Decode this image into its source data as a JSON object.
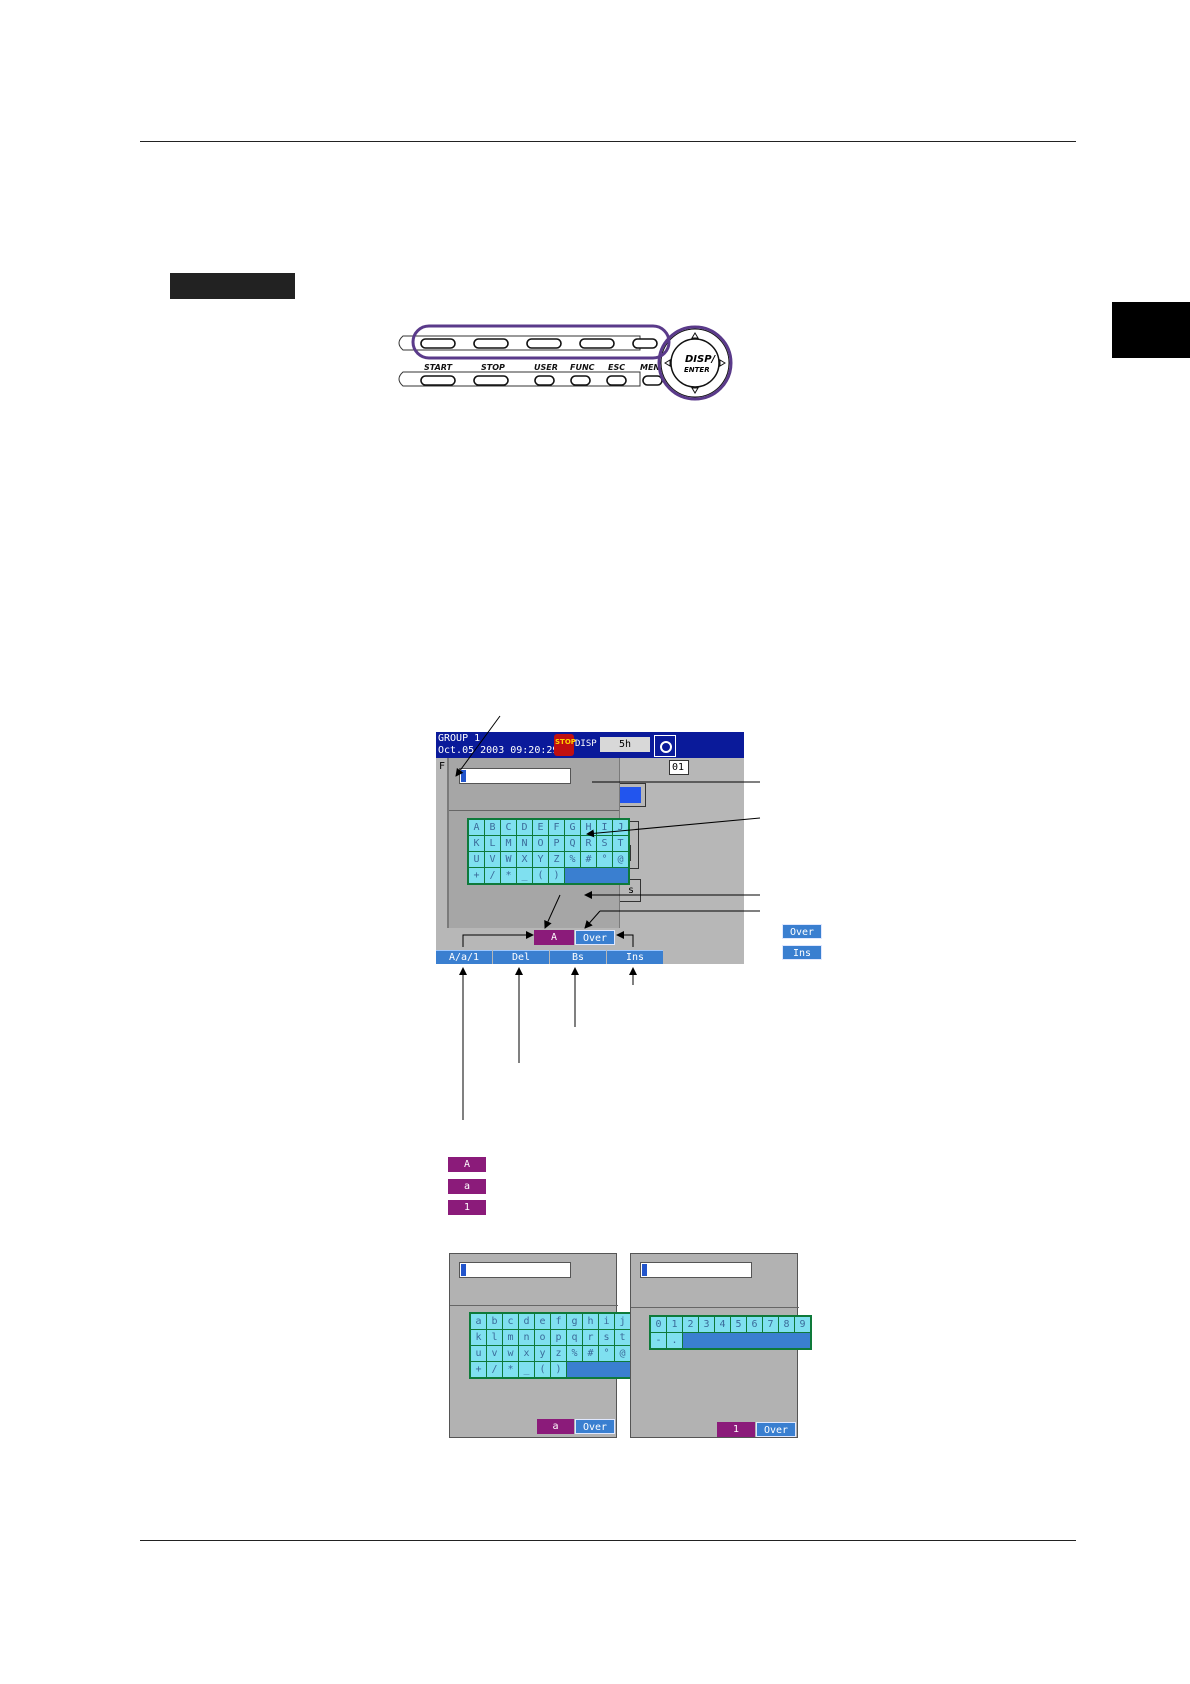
{
  "panel": {
    "keys": [
      "START",
      "STOP",
      "USER",
      "FUNC",
      "ESC",
      "MENU"
    ],
    "disp_enter": [
      "DISP/",
      "ENTER"
    ]
  },
  "screen": {
    "header_line1": "GROUP 1",
    "header_line2": "Oct.05 2003 09:20:29",
    "status_icon": "STOP",
    "disp_label": "DISP",
    "rate": "5h",
    "bg_field_value": "01",
    "bg_first_char": "F",
    "bg_unit": "s",
    "bg_digit": "0",
    "keyboard_upper": [
      "A",
      "B",
      "C",
      "D",
      "E",
      "F",
      "G",
      "H",
      "I",
      "J",
      "K",
      "L",
      "M",
      "N",
      "O",
      "P",
      "Q",
      "R",
      "S",
      "T",
      "U",
      "V",
      "W",
      "X",
      "Y",
      "Z",
      "%",
      "#",
      "°",
      "@",
      "+",
      "/",
      "*",
      "_",
      "(",
      ")"
    ],
    "mode_indicator": "A",
    "mode_over": "Over",
    "softkeys": [
      "A/a/1",
      "Del",
      "Bs",
      "Ins"
    ]
  },
  "legend_modes": {
    "over": "Over",
    "ins": "Ins"
  },
  "char_types": [
    "A",
    "a",
    "1"
  ],
  "mini_lower": {
    "keyboard": [
      "a",
      "b",
      "c",
      "d",
      "e",
      "f",
      "g",
      "h",
      "i",
      "j",
      "k",
      "l",
      "m",
      "n",
      "o",
      "p",
      "q",
      "r",
      "s",
      "t",
      "u",
      "v",
      "w",
      "x",
      "y",
      "z",
      "%",
      "#",
      "°",
      "@",
      "+",
      "/",
      "*",
      "_",
      "(",
      ")"
    ],
    "mode": "a",
    "over": "Over"
  },
  "mini_digits": {
    "keyboard": [
      "0",
      "1",
      "2",
      "3",
      "4",
      "5",
      "6",
      "7",
      "8",
      "9",
      "-",
      "."
    ],
    "mode": "1",
    "over": "Over"
  },
  "icons": [
    "camera-icon",
    "stop-status-icon",
    "arrow-key-icon"
  ]
}
